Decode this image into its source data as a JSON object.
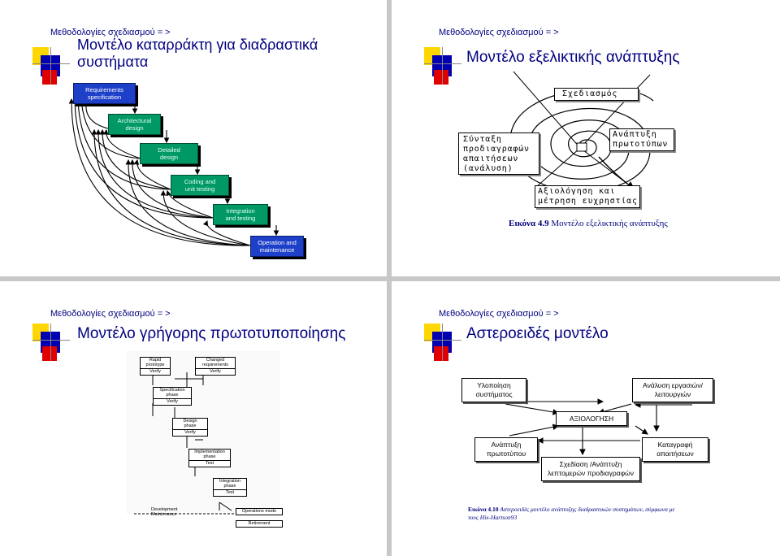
{
  "slides": {
    "waterfall": {
      "header": "Μεθοδολογίες σχεδιασμού = >",
      "title_line1": "Μοντέλο καταρράκτη για διαδραστικά",
      "title_line2": "συστήματα",
      "stages": {
        "requirements": [
          "Requirements",
          "specification"
        ],
        "architectural": [
          "Architectural",
          "design"
        ],
        "detailed": [
          "Detailed",
          "design"
        ],
        "coding": [
          "Coding and",
          "unit testing"
        ],
        "integration": [
          "Integration",
          "and testing"
        ],
        "operation": [
          "Operation and",
          "maintenance"
        ]
      }
    },
    "spiral": {
      "header": "Μεθοδολογίες σχεδιασμού = >",
      "title": "Μοντέλο εξελικτικής ανάπτυξης",
      "top_label": "Σχεδιασμός",
      "left_label": [
        "Σύνταξη",
        "προδιαγραφών",
        "απαιτήσεων",
        "(ανάλυση)"
      ],
      "right_label": [
        "Ανάπτυξη",
        "πρωτοτύπων"
      ],
      "bottom_label": [
        "Αξιολόγηση και",
        "μέτρηση ευχρηστίας"
      ],
      "caption_bold": "Εικόνα 4.9",
      "caption_text": " Μοντέλο εξελικτικής ανάπτυξης"
    },
    "rapid": {
      "header": "Μεθοδολογίες σχεδιασμού = >",
      "title": "Μοντέλο γρήγορης πρωτοτυποποίησης",
      "boxes": {
        "rapid_prototype": [
          "Rapid",
          "prototype"
        ],
        "changed_requirements": [
          "Changed",
          "requirements"
        ],
        "specification": [
          "Specification",
          "phase"
        ],
        "design": [
          "Design",
          "phase"
        ],
        "implementation": [
          "Implementation",
          "phase"
        ],
        "integration": [
          "Integration",
          "phase"
        ],
        "operations": "Operations mode",
        "retirement": "Retirement",
        "development": [
          "Development",
          "Maintenance"
        ]
      },
      "verify": "Verify",
      "test": "Test"
    },
    "star": {
      "header": "Μεθοδολογίες σχεδιασμού = >",
      "title": "Αστεροειδές μοντέλο",
      "center": "ΑΞΙΟΛΟΓΗΣΗ",
      "implementation": [
        "Υλοποίηση",
        "συστήματος"
      ],
      "task_analysis": [
        "Ανάλυση εργασιών/",
        "λειτουργιών"
      ],
      "prototyping": [
        "Ανάπτυξη",
        "πρωτοτύπου"
      ],
      "requirements": [
        "Καταγραφή",
        "απαιτήσεων"
      ],
      "design": [
        "Σχεδίαση /Ανάπτυξη",
        "λεπτομερών προδιαγραφών"
      ],
      "caption_bold": "Εικόνα 4.10",
      "caption_text": " Αστεροειδές μοντέλο ανάπτυξης διαδραστικών συστημάτων, σύμφωνα με",
      "caption_line2": "τους Hix-Hartson93"
    }
  }
}
